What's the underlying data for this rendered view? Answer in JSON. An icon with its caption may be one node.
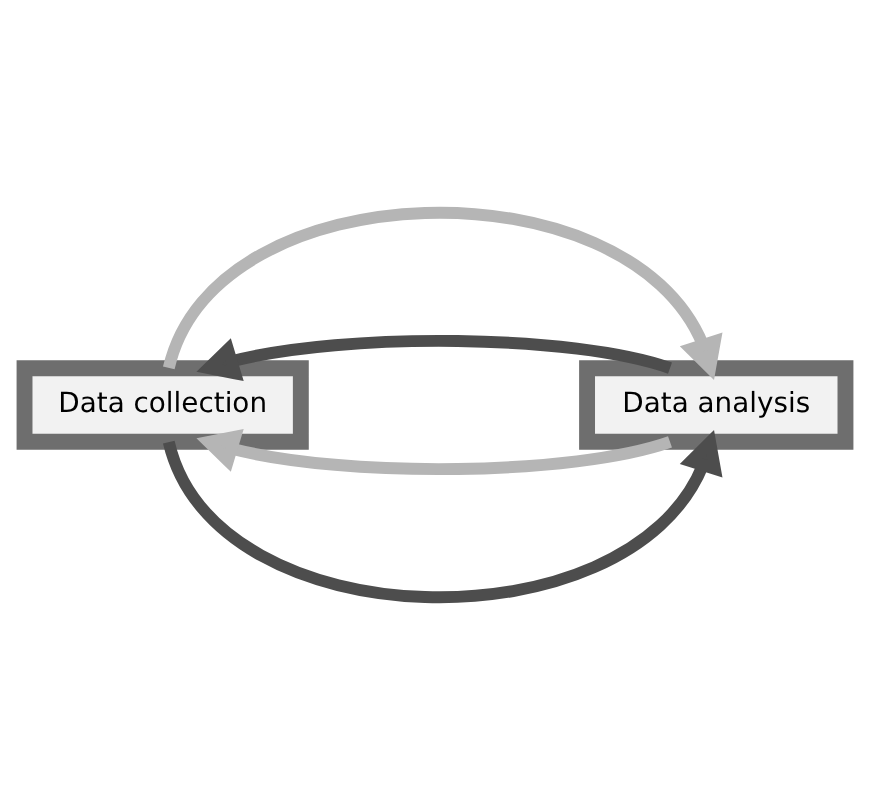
{
  "diagram": {
    "nodes": [
      {
        "text": [
          "Data collection"
        ]
      },
      {
        "text": [
          "Data analysis"
        ]
      }
    ],
    "edges": [
      {
        "from": 1,
        "to": 0,
        "arrow": "to",
        "color": "#b5b5b5"
      },
      {
        "from": 1,
        "to": 0,
        "arrow": "to",
        "color": "#4d4d4d"
      },
      {
        "from": 0,
        "to": 1,
        "arrow": "to",
        "color": "#4d4d4d"
      },
      {
        "from": 0,
        "to": 1,
        "arrow": "to",
        "color": "#b5b5b5"
      }
    ]
  }
}
